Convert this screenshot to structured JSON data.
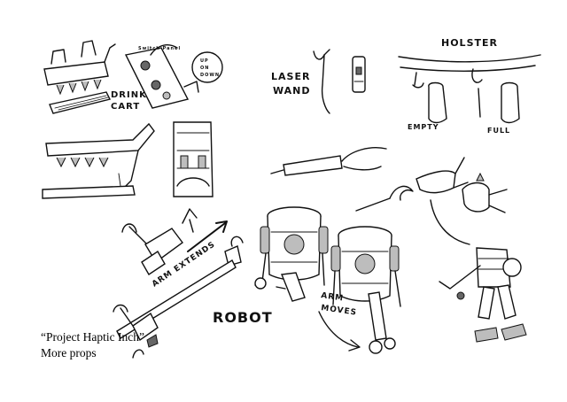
{
  "caption": {
    "line1": "“Project Haptic Inch”",
    "line2": "More props"
  },
  "labels": {
    "drink_cart": [
      "DRINK",
      "CART"
    ],
    "laser_wand": [
      "LASER",
      "WAND"
    ],
    "holster": "HOLSTER",
    "empty": "EMPTY",
    "full": "FULL",
    "arm_extends": "ARM EXTENDS",
    "robot": "ROBOT",
    "arm_moves": [
      "ARM",
      "MOVES"
    ],
    "switch_note": "Switch Panel",
    "up": "UP",
    "on": "ON",
    "down": "DOWN"
  },
  "colors": {
    "ink": "#111111",
    "paper": "#ffffff",
    "shade": "#bdbdbd"
  }
}
